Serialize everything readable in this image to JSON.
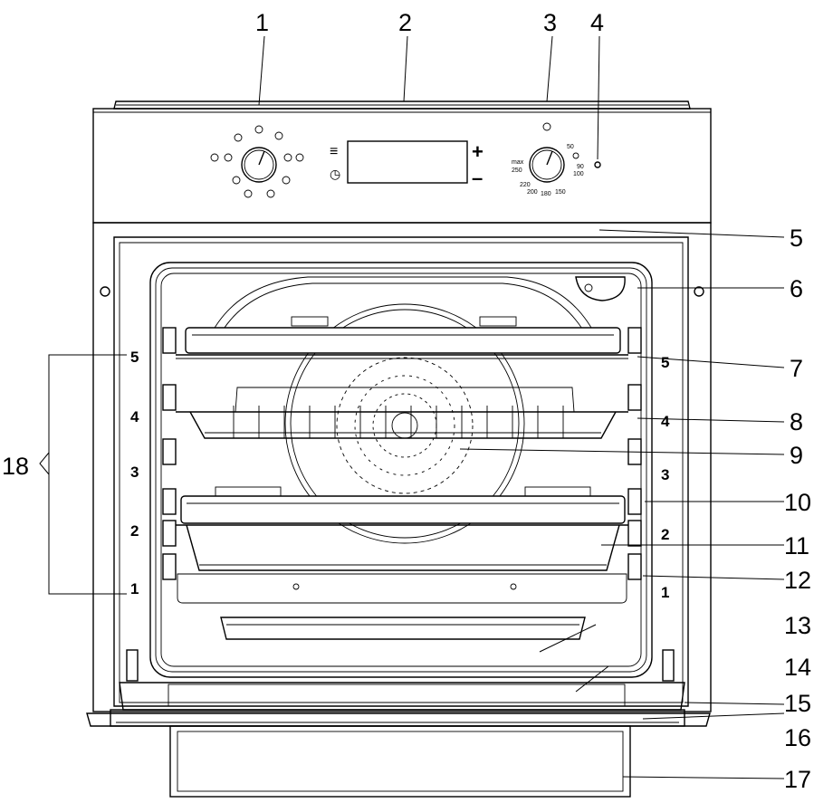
{
  "callouts": [
    "1",
    "2",
    "3",
    "4",
    "5",
    "6",
    "7",
    "8",
    "9",
    "10",
    "11",
    "12",
    "13",
    "14",
    "15",
    "16",
    "17",
    "18"
  ],
  "rack_levels_left": [
    "5",
    "4",
    "3",
    "2",
    "1"
  ],
  "rack_levels_right": [
    "5",
    "4",
    "3",
    "2",
    "1"
  ],
  "display": {
    "plus": "+",
    "minus": "–",
    "menu_symbol": "≡",
    "clock_symbol": "◷"
  },
  "temperature_scale": [
    "50",
    "90",
    "100",
    "150",
    "180",
    "200",
    "220",
    "250",
    "max"
  ],
  "icons": {
    "function_knob": [
      "fan-icon",
      "grill-icon",
      "top-bottom-heat-icon",
      "light-icon",
      "defrost-icon",
      "fan-grill-icon",
      "bottom-heat-icon",
      "eco-icon"
    ],
    "temperature_knob": [
      "thermometer-icon",
      "grill-icon"
    ]
  }
}
